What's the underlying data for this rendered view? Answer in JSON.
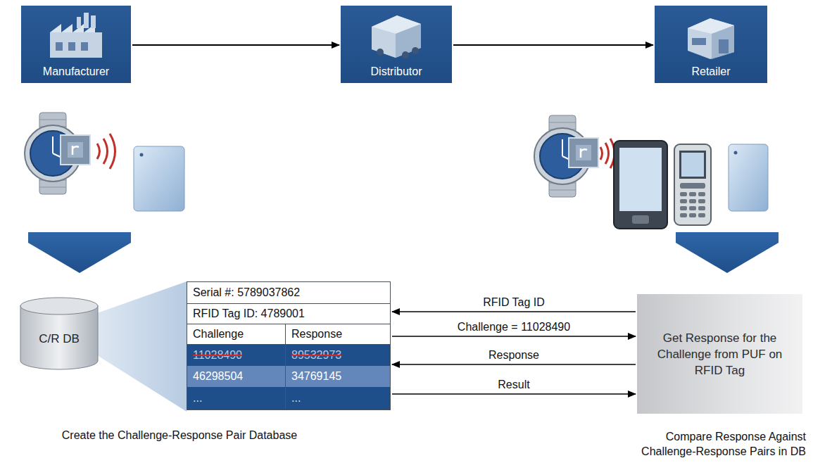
{
  "diagram": {
    "nodes": [
      {
        "text": [
          "Manufacturer"
        ]
      },
      {
        "text": [
          "Distributor"
        ]
      },
      {
        "text": [
          "Retailer"
        ]
      },
      {
        "text": [
          "C/R DB"
        ]
      },
      {
        "text": [
          "Serial #: 5789037862",
          "RFID Tag ID: 4789001",
          "Challenge",
          "Response",
          "11028490",
          "89532973",
          "46298504",
          "34769145",
          "...",
          "..."
        ]
      },
      {
        "text": [
          "Get Response for the Challenge from PUF on RFID Tag"
        ]
      }
    ],
    "edges": [
      {
        "from": 0,
        "to": 1,
        "arrow": "to"
      },
      {
        "from": 1,
        "to": 2,
        "arrow": "to"
      },
      {
        "from": 5,
        "to": 4,
        "arrow": "to",
        "label": "RFID Tag ID"
      },
      {
        "from": 4,
        "to": 5,
        "arrow": "to",
        "label": "Challenge = 11028490"
      },
      {
        "from": 5,
        "to": 4,
        "arrow": "to",
        "label": "Response"
      },
      {
        "from": 4,
        "to": 5,
        "arrow": "to",
        "label": "Result"
      }
    ],
    "labels": [
      "Create the Challenge-Response Pair Database",
      "Compare Response Against Challenge-Response Pairs in DB"
    ]
  }
}
